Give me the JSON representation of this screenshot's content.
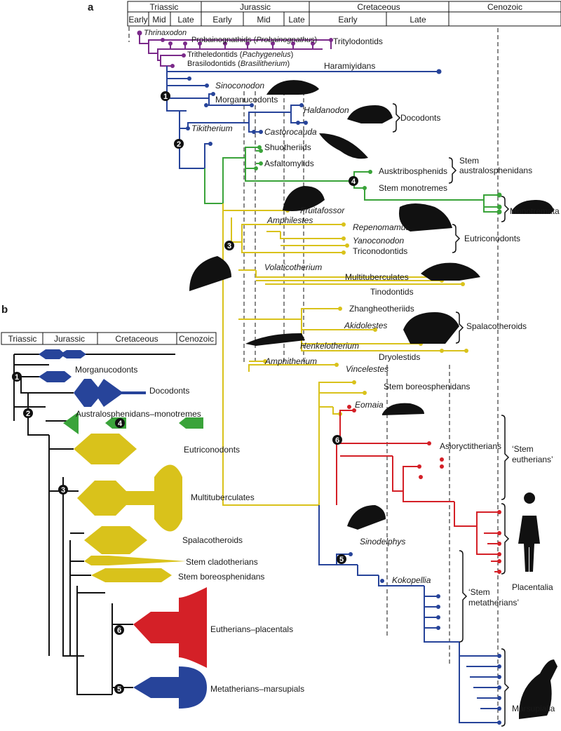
{
  "panel_a": {
    "letter": "a",
    "periods": [
      "Triassic",
      "Jurassic",
      "Cretaceous",
      "Cenozoic"
    ],
    "epochs": [
      "Early",
      "Mid",
      "Late",
      "Early",
      "Mid",
      "Late",
      "Early",
      "Late"
    ],
    "taxa": {
      "thrinaxodon": "Thrinaxodon",
      "probainognathids_a": "Probainognathids (",
      "probainognathids_b": "Probainognathus",
      "probainognathids_c": ")",
      "tritylodontids": "Tritylodontids",
      "tritheledontids_a": "Tritheledontids (",
      "tritheledontids_b": "Pachygenelus",
      "tritheledontids_c": ")",
      "brasilodontids_a": "Brasilodontids (",
      "brasilodontids_b": "Brasilitherium",
      "brasilodontids_c": ")",
      "haramiyidans": "Haramiyidans",
      "sinoconodon": "Sinoconodon",
      "morganucodonts": "Morganucodonts",
      "haldanodon": "Haldanodon",
      "docodonts": "Docodonts",
      "castorocauda": "Castorocauda",
      "tikitherium": "Tikitherium",
      "shuotheriids": "Shuotheriids",
      "asfaltomylids": "Asfaltomylids",
      "ausktribosphenids": "Ausktribosphenids",
      "stem_australosphenidans_1": "Stem",
      "stem_australosphenidans_2": "australosphenidans",
      "stem_monotremes": "Stem monotremes",
      "monotremata": "Monotremata",
      "fruitafossor": "Fruitafossor",
      "amphilestes": "Amphilestes",
      "repenomamus": "Repenomamus",
      "yanoconodon": "Yanoconodon",
      "triconodontids": "Triconodontids",
      "eutriconodonts": "Eutriconodonts",
      "volaticotherium": "Volaticotherium",
      "multituberculates": "Multituberculates",
      "tinodontids": "Tinodontids",
      "zhangheotheriids": "Zhangheotheriids",
      "akidolestes": "Akidolestes",
      "spalacotheroids": "Spalacotheroids",
      "henkelotherium": "Henkelotherium",
      "dryolestids": "Dryolestids",
      "amphitherium": "Amphitherium",
      "vincelestes": "Vincelestes",
      "stem_boreosphenidans": "Stem boreosphenidans",
      "eomaia": "Eomaia",
      "asioryctitherians": "Asioryctitherians",
      "stem_eutherians_1": "‘Stem",
      "stem_eutherians_2": "eutherians’",
      "placentalia": "Placentalia",
      "sinodelphys": "Sinodelphys",
      "kokopellia": "Kokopellia",
      "stem_metatherians_1": "‘Stem",
      "stem_metatherians_2": "metatherians’",
      "marsupialia": "Marsupialia"
    },
    "nodes": [
      "1",
      "2",
      "3",
      "4",
      "5",
      "6"
    ]
  },
  "panel_b": {
    "letter": "b",
    "periods": [
      "Triassic",
      "Jurassic",
      "Cretaceous",
      "Cenozoic"
    ],
    "groups": {
      "morganucodonts": "Morganucodonts",
      "docodonts": "Docodonts",
      "australosphenidans": "Australosphenidans–monotremes",
      "eutriconodonts": "Eutriconodonts",
      "multituberculates": "Multituberculates",
      "spalacotheroids": "Spalacotheroids",
      "stem_cladotherians": "Stem cladotherians",
      "stem_boreosphenidans": "Stem boreosphenidans",
      "eutherians": "Eutherians–placentals",
      "metatherians": "Metatherians–marsupials"
    },
    "nodes": [
      "1",
      "2",
      "3",
      "4",
      "5",
      "6"
    ]
  },
  "colors": {
    "purple": "#7b2a8a",
    "blue": "#27449a",
    "green": "#3aa33a",
    "yellow": "#d9c21b",
    "red": "#d42027",
    "black": "#111111"
  }
}
